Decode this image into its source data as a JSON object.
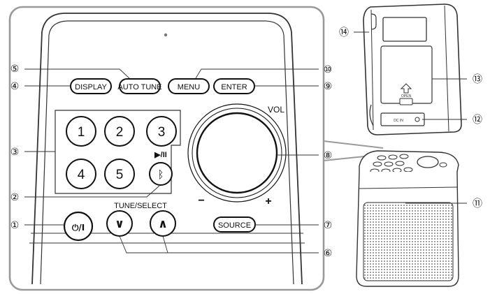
{
  "panel": {
    "buttons": {
      "display": "DISPLAY",
      "auto_tune": "AUTO TUNE",
      "menu": "MENU",
      "enter": "ENTER",
      "source": "SOURCE",
      "power": "⏻/I",
      "play_pause": "▶/II",
      "bluetooth": "ᛒ"
    },
    "presets": [
      "1",
      "2",
      "3",
      "4",
      "5"
    ],
    "tune_select_label": "TUNE/SELECT",
    "tune_down": "∨",
    "tune_up": "∧",
    "vol_label": "VOL",
    "vol_minus": "−",
    "vol_plus": "+"
  },
  "rear": {
    "open_label": "OPEN",
    "dc_in_label": "DC IN"
  },
  "callouts": {
    "c1": "①",
    "c2": "②",
    "c3": "③",
    "c4": "④",
    "c5": "⑤",
    "c6": "⑥",
    "c7": "⑦",
    "c8": "⑧",
    "c9": "⑨",
    "c10": "⑩",
    "c11": "⑪",
    "c12": "⑫",
    "c13": "⑬",
    "c14": "⑭"
  }
}
